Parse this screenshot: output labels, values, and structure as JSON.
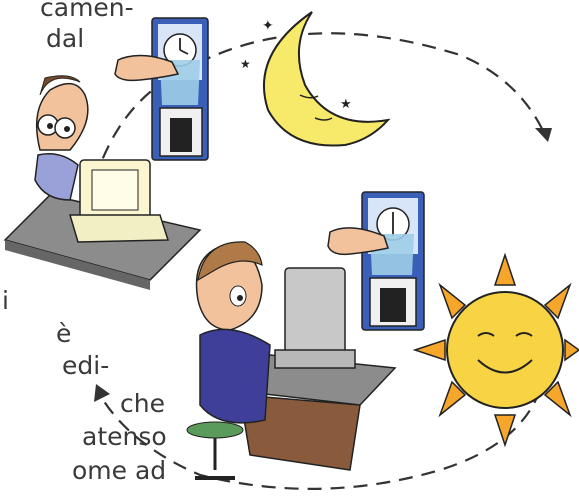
{
  "text_top": [
    "camen-",
    "dal"
  ],
  "text_bottom": [
    "i",
    "è",
    "edi-",
    "che",
    "atenso",
    "ome ad"
  ],
  "icons": {
    "clock_card_1": "timecard-clock-icon",
    "clock_card_2": "timecard-clock-icon",
    "moon": "crescent-moon-icon",
    "sun": "smiling-sun-icon"
  },
  "colors": {
    "moon": "#f7ea6a",
    "sun": "#f8d445",
    "sun_rays": "#f6a72b",
    "card_blue": "#3a5fb8",
    "desk_top": "#8a8a8a",
    "desk_wood": "#8a5a3c"
  }
}
